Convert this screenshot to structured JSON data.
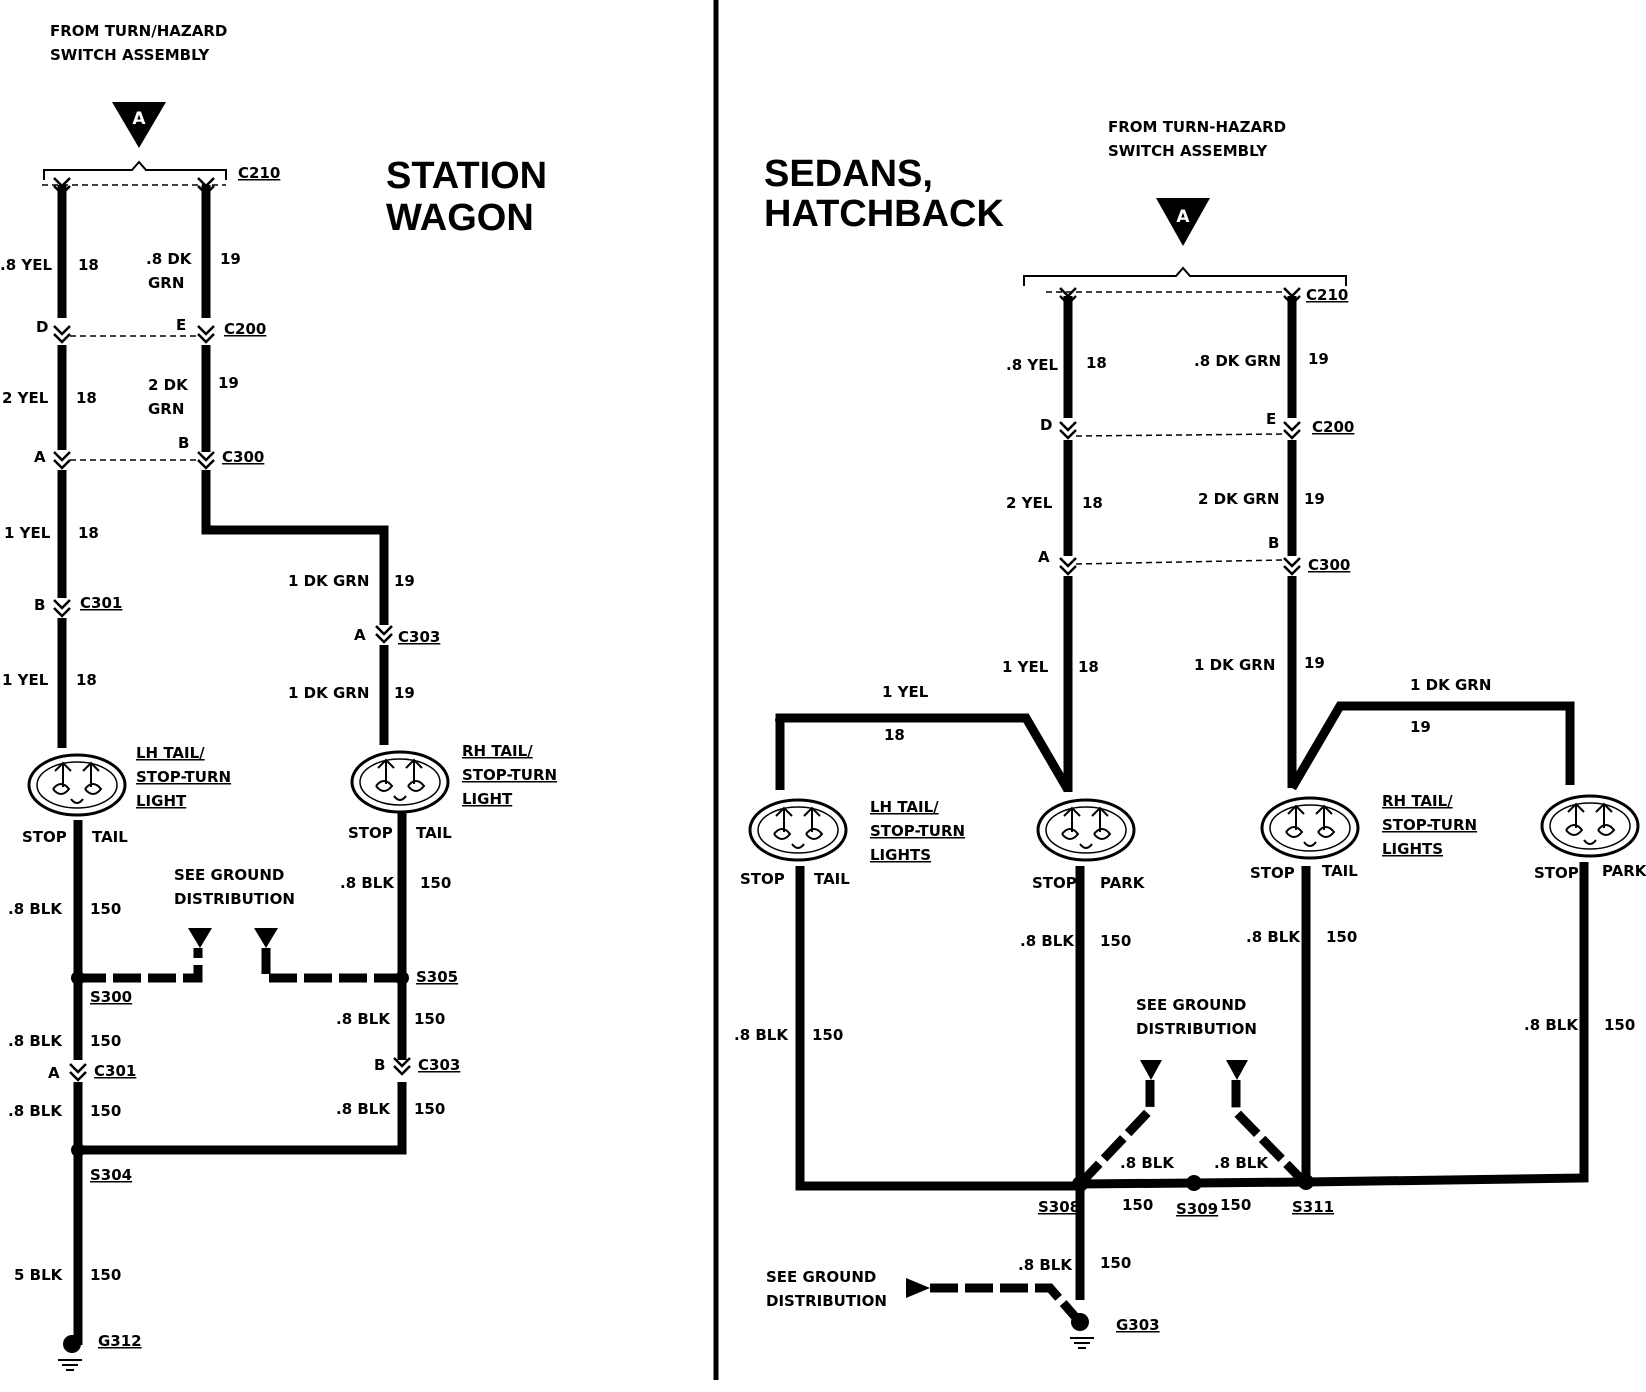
{
  "wagon": {
    "source": [
      "FROM TURN/HAZARD",
      "SWITCH ASSEMBLY"
    ],
    "marker": "A",
    "title": [
      "STATION",
      "WAGON"
    ],
    "connectors": {
      "c210": "C210",
      "c200": "C200",
      "c300": "C300",
      "c301a": "C301",
      "c303a": "C303",
      "c301b": "C301",
      "c303b": "C303"
    },
    "pins": {
      "d": "D",
      "e": "E",
      "a": "A",
      "b": "B",
      "b301": "B",
      "a303": "A",
      "a301": "A",
      "b303": "B"
    },
    "wires": {
      "w1": ".8 YEL",
      "w1n": "18",
      "w2a": ".8 DK",
      "w2b": "GRN",
      "w2n": "19",
      "w3": "2 YEL",
      "w3n": "18",
      "w4a": "2 DK",
      "w4b": "GRN",
      "w4n": "19",
      "w5": "1 YEL",
      "w5n": "18",
      "w6": "1 YEL",
      "w6n": "18",
      "w7": "1 DK GRN",
      "w7n": "19",
      "w8": "1 DK GRN",
      "w8n": "19",
      "w9": ".8 BLK",
      "w9n": "150",
      "w10": ".8 BLK",
      "w10n": "150",
      "w11": ".8 BLK",
      "w11n": "150",
      "w12": ".8 BLK",
      "w12n": "150",
      "w13": ".8 BLK",
      "w13n": "150",
      "w14": ".8 BLK",
      "w14n": "150",
      "w15": "5 BLK",
      "w15n": "150"
    },
    "lh_light": [
      "LH TAIL/",
      "STOP-TURN",
      "LIGHT"
    ],
    "rh_light": [
      "RH TAIL/",
      "STOP-TURN",
      "LIGHT"
    ],
    "lh_stop": "STOP",
    "lh_tail": "TAIL",
    "rh_stop": "STOP",
    "rh_tail": "TAIL",
    "ground_ref": [
      "SEE GROUND",
      "DISTRIBUTION"
    ],
    "splices": {
      "s300": "S300",
      "s305": "S305",
      "s304": "S304"
    },
    "ground": "G312"
  },
  "sedan": {
    "title": [
      "SEDANS,",
      "HATCHBACK"
    ],
    "source": [
      "FROM TURN-HAZARD",
      "SWITCH ASSEMBLY"
    ],
    "marker": "A",
    "connectors": {
      "c210": "C210",
      "c200": "C200",
      "c300": "C300"
    },
    "pins": {
      "d": "D",
      "e": "E",
      "a": "A",
      "b": "B"
    },
    "wires": {
      "w1": ".8 YEL",
      "w1n": "18",
      "w2": ".8 DK GRN",
      "w2n": "19",
      "w3": "2 YEL",
      "w3n": "18",
      "w4": "2 DK GRN",
      "w4n": "19",
      "w5": "1 YEL",
      "w5n": "18",
      "w6": "1 DK GRN",
      "w6n": "19",
      "w7": "1 YEL",
      "w7n": "18",
      "w8": "1 DK GRN",
      "w8n": "19",
      "w9": ".8 BLK",
      "w9n": "150",
      "w10": ".8 BLK",
      "w10n": "150",
      "w11": ".8 BLK",
      "w11n": "150",
      "w12": ".8 BLK",
      "w12n": "150",
      "w13": ".8 BLK",
      "w14": ".8 BLK",
      "w13n": "150",
      "w14n": "150",
      "w15": ".8 BLK",
      "w15n": "150"
    },
    "lh_lights": [
      "LH TAIL/",
      "STOP-TURN",
      "LIGHTS"
    ],
    "rh_lights": [
      "RH TAIL/",
      "STOP-TURN",
      "LIGHTS"
    ],
    "l1_stop": "STOP",
    "l1_tail": "TAIL",
    "l2_stop": "STOP",
    "l2_park": "PARK",
    "l3_stop": "STOP",
    "l3_tail": "TAIL",
    "l4_stop": "STOP",
    "l4_park": "PARK",
    "ground_ref": [
      "SEE GROUND",
      "DISTRIBUTION"
    ],
    "ground_ref2": [
      "SEE GROUND",
      "DISTRIBUTION"
    ],
    "splices": {
      "s308": "S308",
      "s309": "S309",
      "s311": "S311"
    },
    "ground": "G303"
  }
}
